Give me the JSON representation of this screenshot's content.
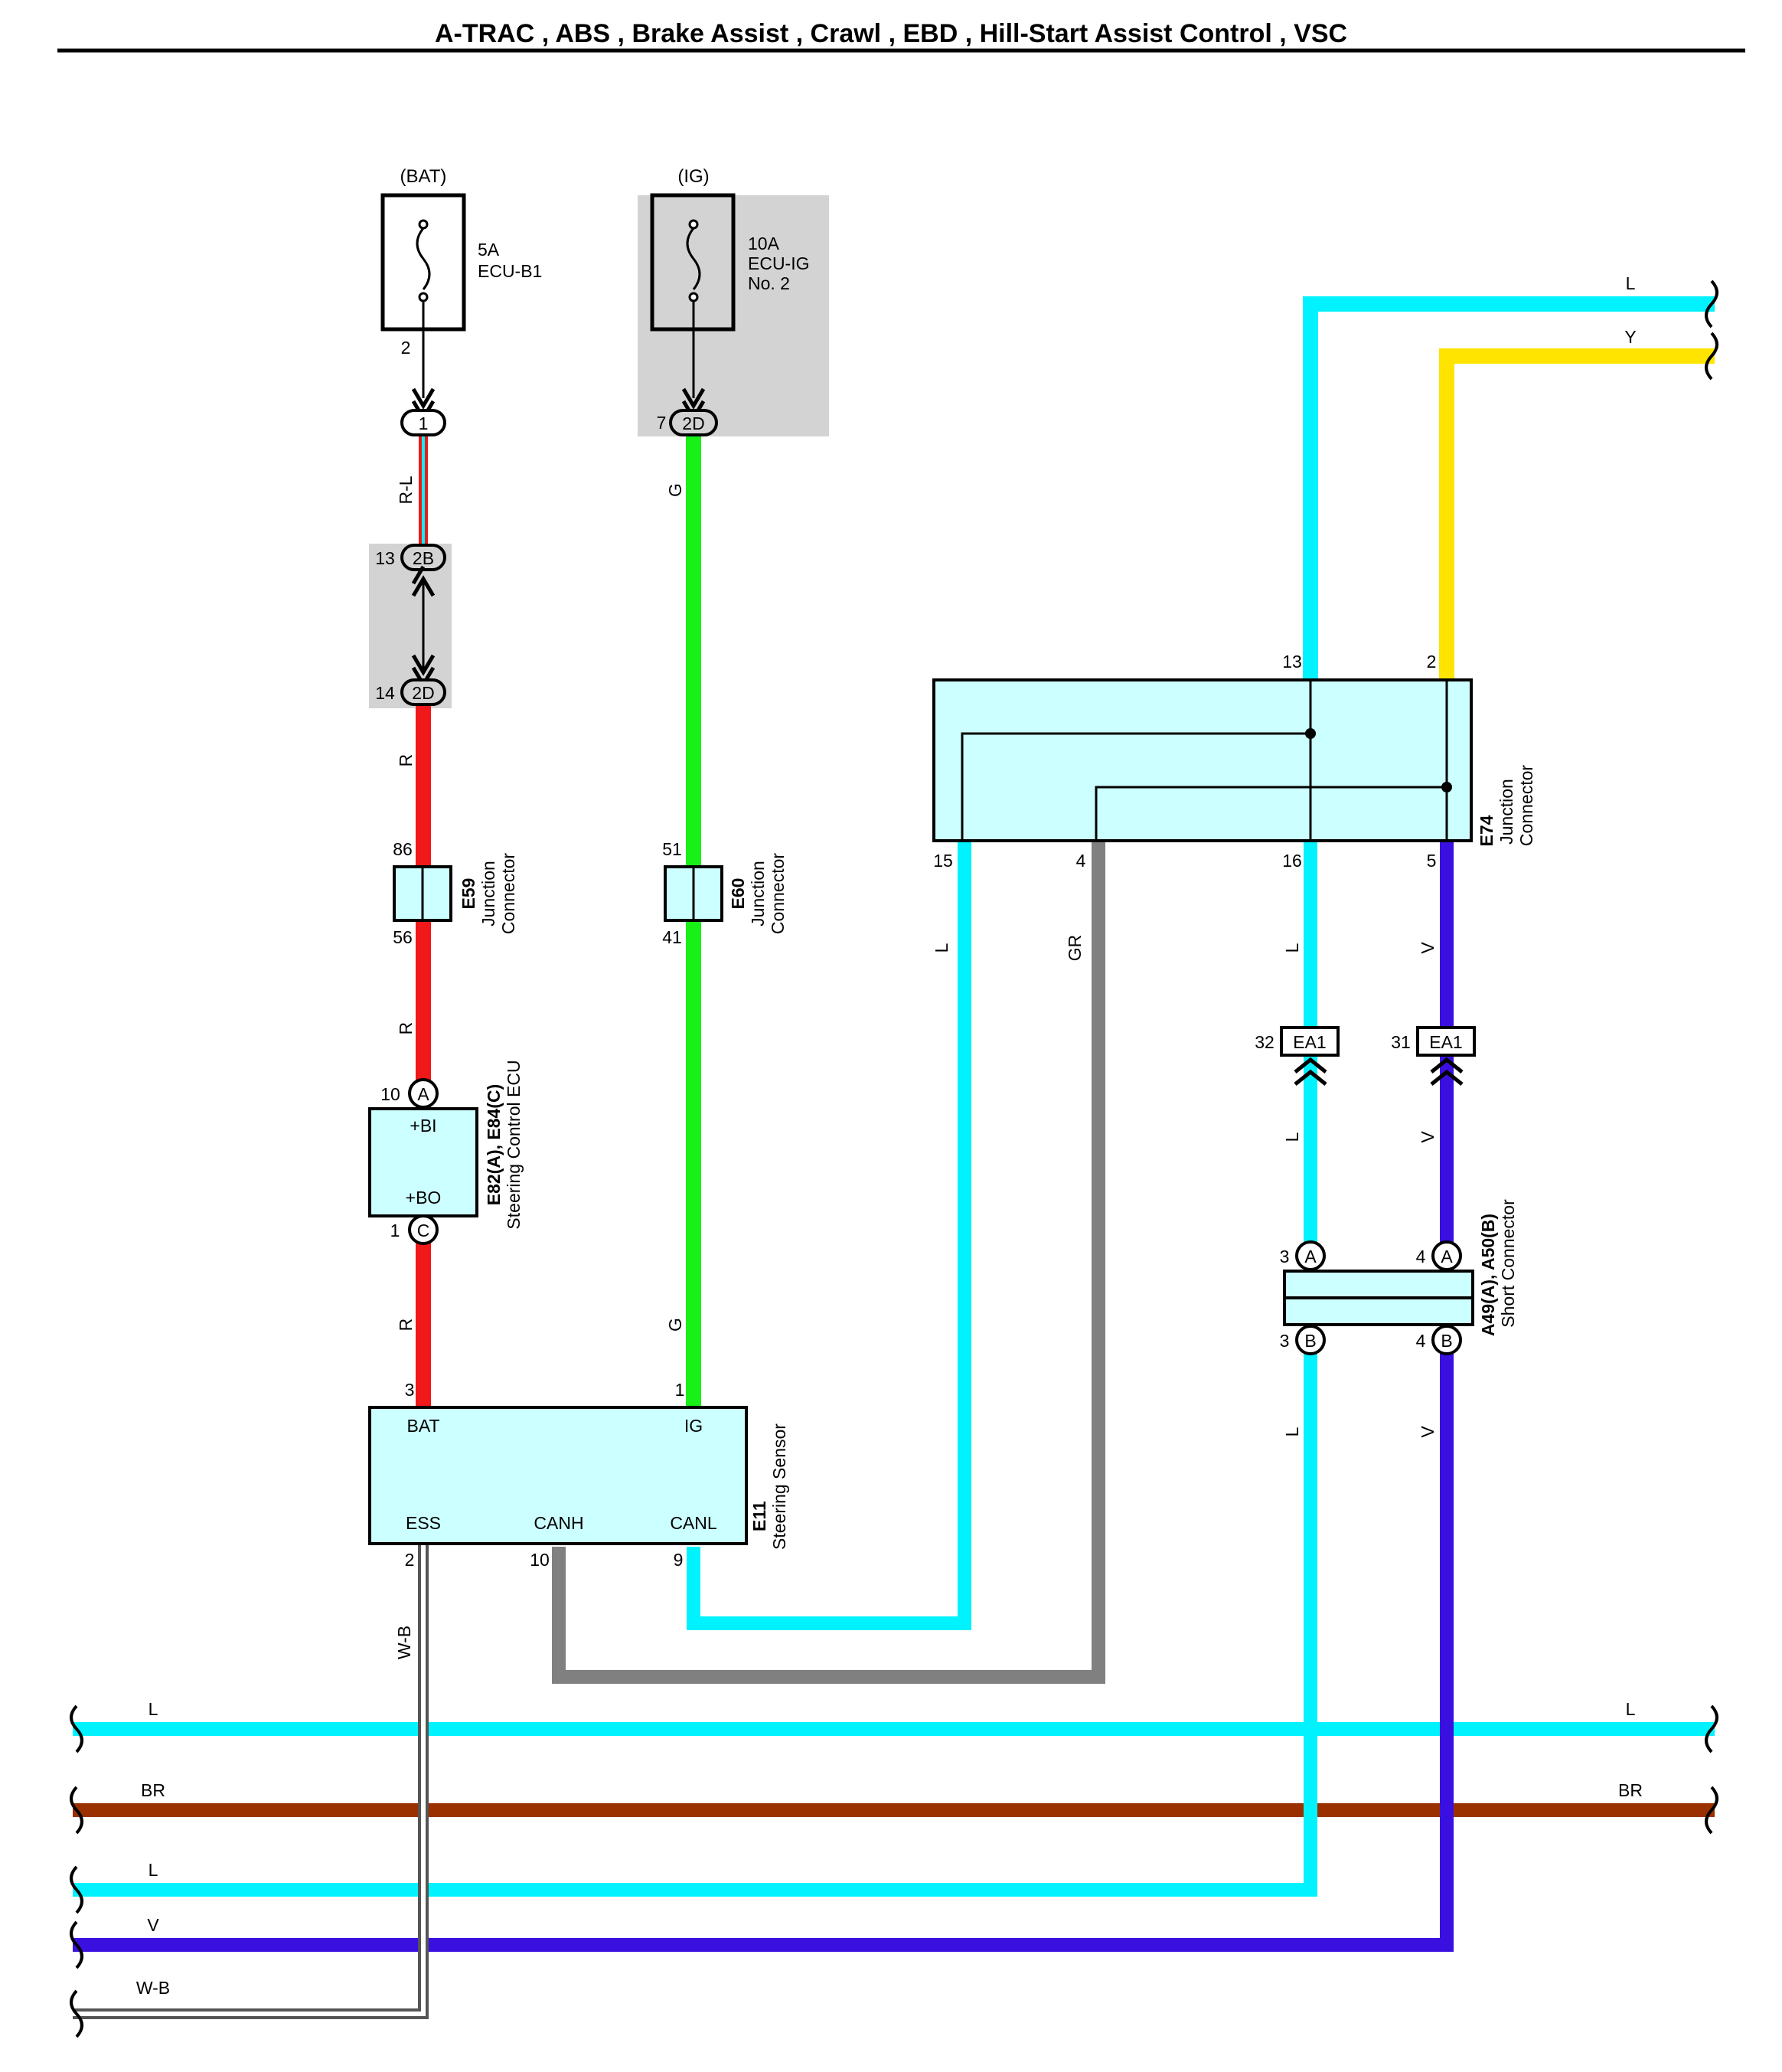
{
  "title": "A-TRAC , ABS , Brake Assist , Crawl , EBD , Hill-Start Assist Control , VSC",
  "colors": {
    "L": "#00F2FF",
    "Y": "#FFE400",
    "R": "#F01818",
    "G": "#18F018",
    "GR": "#808080",
    "V": "#3A10E0",
    "BR": "#9A3000",
    "component_fill": "#CCFFFF",
    "shade": "#D3D3D3"
  },
  "fuses": {
    "bat": {
      "supply": "(BAT)",
      "rating": "5A",
      "name": "ECU-B1",
      "pin": "2",
      "connector": "1"
    },
    "ig": {
      "supply": "(IG)",
      "rating": "10A",
      "name1": "ECU-IG",
      "name2": "No. 2",
      "pin": "7",
      "connector": "2D"
    }
  },
  "junction_2b_2d": {
    "top_pin": "13",
    "top_conn": "2B",
    "bottom_pin": "14",
    "bottom_conn": "2D"
  },
  "e59": {
    "code": "E59",
    "line1": "Junction",
    "line2": "Connector",
    "pin_top": "86",
    "pin_bottom": "56"
  },
  "e60": {
    "code": "E60",
    "line1": "Junction",
    "line2": "Connector",
    "pin_top": "51",
    "pin_bottom": "41"
  },
  "steering_ecu": {
    "code": "E82(A), E84(C)",
    "name": "Steering Control ECU",
    "term_top": "+BI",
    "term_bottom": "+BO",
    "pin_top": "10",
    "conn_top": "A",
    "pin_bottom": "1",
    "conn_bottom": "C"
  },
  "steering_sensor": {
    "code": "E11",
    "name": "Steering Sensor",
    "terms": {
      "bat": "BAT",
      "ig": "IG",
      "ess": "ESS",
      "canh": "CANH",
      "canl": "CANL"
    },
    "pins": {
      "bat": "3",
      "ig": "1",
      "ess": "2",
      "canh": "10",
      "canl": "9"
    }
  },
  "e74": {
    "code": "E74",
    "line1": "Junction",
    "line2": "Connector",
    "pins": {
      "p13": "13",
      "p2": "2",
      "p15": "15",
      "p4": "4",
      "p16": "16",
      "p5": "5"
    }
  },
  "ea1": {
    "left_pin": "32",
    "right_pin": "31",
    "label": "EA1"
  },
  "short_connector": {
    "code": "A49(A), A50(B)",
    "name": "Short Connector",
    "pins": {
      "tl": "3",
      "tr": "4",
      "bl": "3",
      "br": "4"
    },
    "conns": {
      "a": "A",
      "b": "B"
    }
  },
  "wire_labels": {
    "rl": "R-L",
    "r": "R",
    "g": "G",
    "l": "L",
    "gr": "GR",
    "v": "V",
    "wb": "W-B",
    "y": "Y",
    "br": "BR"
  }
}
